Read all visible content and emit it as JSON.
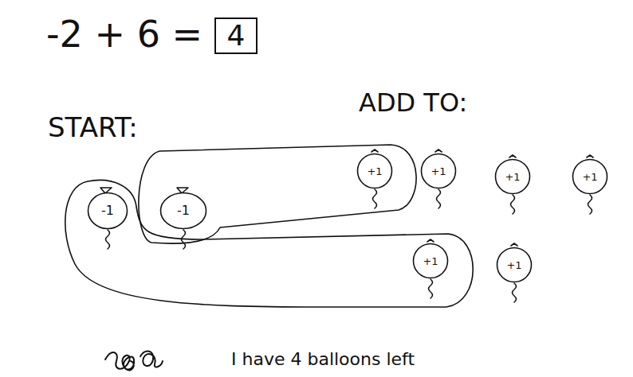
{
  "diagram": {
    "nodes": [
      {
        "text": [
          "4"
        ]
      },
      {
        "text": [
          "-1"
        ]
      },
      {
        "text": [
          "-1"
        ]
      },
      {
        "text": [
          "+1"
        ]
      },
      {
        "text": [
          "+1"
        ]
      },
      {
        "text": [
          "+1"
        ]
      },
      {
        "text": [
          "+1"
        ]
      },
      {
        "text": [
          "+1"
        ]
      },
      {
        "text": [
          "+1"
        ]
      }
    ],
    "labels": [
      "-2 + 6 =",
      "START:",
      "ADD TO:",
      "I have 4 balloons left"
    ]
  }
}
